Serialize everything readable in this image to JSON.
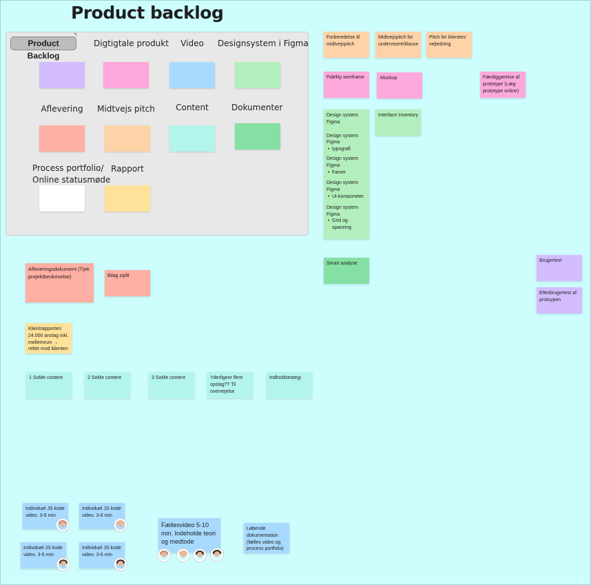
{
  "page": {
    "title": "Product backlog"
  },
  "legend": {
    "header": "Product Backlog",
    "labels": {
      "digital_product": "Digtigtale produkt",
      "video": "Video",
      "designsystem": "Designsystem i Figma",
      "aflevering": "Aflevering",
      "midtvejs": "Midtvejs pitch",
      "content": "Content",
      "dokumenter": "Dokumenter",
      "process_line1": "Process portfolio/",
      "process_line2": "Online statusmøde",
      "rapport": "Rapport"
    },
    "colors": {
      "digital_product": "#d3bdff",
      "video": "#a8daff",
      "designsystem": "#b3efbd",
      "aflevering": "#ffafa3",
      "midtvejs": "#ffd3a8",
      "content": "#b3f4ef",
      "dokumenter": "#85e0a3",
      "process": "#ffffff",
      "rapport": "#ffe299",
      "pink": "#ffa8db"
    }
  },
  "notes": {
    "forberedelse": "Forberedelse til midtvejspitch",
    "midtvejspitch": "Midtvejspitch for undervisere/klasse",
    "pitch_klienten": "Pitch for klienten/ vejledning",
    "fidelity": "Fidelity wireframe",
    "mockup": "Mockup",
    "faerdiggorelse": "Færdiggørelse af prototype (Læg prototype online)",
    "ds_title": "Design system Figma",
    "ds_typografi": "typografi",
    "ds_farver": "Farver",
    "ds_ui": "Ui-komponeter",
    "ds_grid": "Grid og spaceing",
    "interface_inventory": "Interface Inventory",
    "smart_analyse": "Smart analyse",
    "brugertest": "Brugertest",
    "efterbrugertest": "Efterbrugertest af protoypen",
    "afleveringsdokument": "Afleveringsdokument (Tjek projektbeskrivelse)",
    "bilag": "Bilag zipfil",
    "klientrapporten": "Klientrapporten: 24.000 anslag inkl. mellemrum → rettet mod klienten",
    "some1": "1 SoMe content",
    "some2": "2 SoMe content",
    "some3": "3 SoMe content",
    "yderligere": "Yderligere flere opslag?? Til overvejelse",
    "indholdstrategi": "Indholdstrategi",
    "js_video": "Individuel JS kode video. 3-6 min",
    "faellesvideo": "Fællesvideo 5-10 min. Indeholde teori og medtode",
    "lobende": "Løbende dokumentation (fælles video og process portfolio)"
  }
}
